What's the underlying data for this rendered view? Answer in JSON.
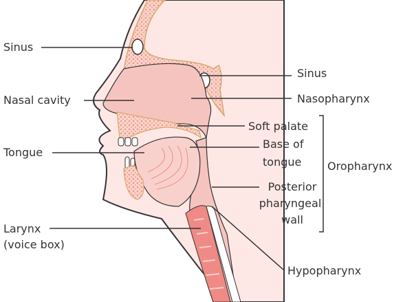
{
  "labels": {
    "sinus_left": "Sinus",
    "nasal_cavity": "Nasal cavity",
    "tongue": "Tongue",
    "larynx": "Larynx",
    "larynx_sub": "(voice box)",
    "sinus_right": "Sinus",
    "nasopharynx": "Nasopharynx",
    "soft_palate": "Soft palate",
    "base_of_tongue_1": "Base of",
    "base_of_tongue_2": "tongue",
    "posterior_1": "Posterior",
    "posterior_2": "pharyngeal",
    "posterior_3": "wall",
    "hypopharynx": "Hypopharynx",
    "oropharynx": "Oropharynx"
  },
  "colors": {
    "background_panel": "#fde8e6",
    "tissue": "#f6c4bf",
    "bone": "#f8d0c4",
    "bone_dots": "#f08e86",
    "trachea": "#ef8a86",
    "outline": "#333333"
  }
}
